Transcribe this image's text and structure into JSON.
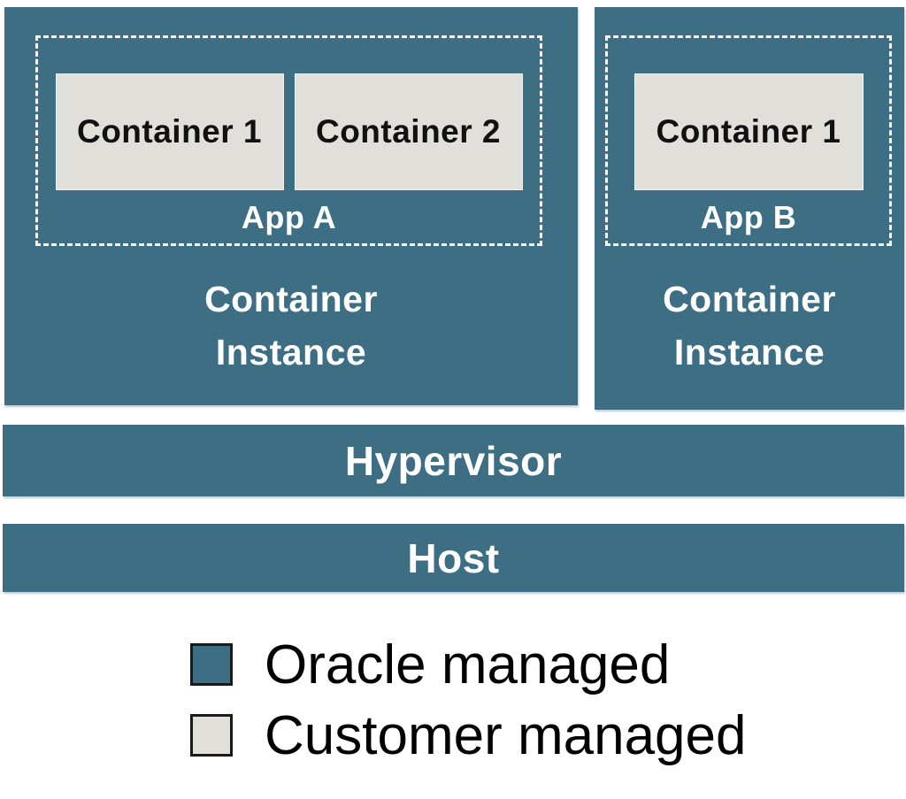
{
  "colors": {
    "oracle_managed": "#3E6E84",
    "customer_managed": "#E1DFDA",
    "diagram_text": "#FFFFFF",
    "legend_text": "#000000"
  },
  "diagram": {
    "instances": [
      {
        "label": "Container\nInstance",
        "app": {
          "label": "App A",
          "containers": [
            {
              "label": "Container 1"
            },
            {
              "label": "Container 2"
            }
          ]
        }
      },
      {
        "label": "Container\nInstance",
        "app": {
          "label": "App B",
          "containers": [
            {
              "label": "Container 1"
            }
          ]
        }
      }
    ],
    "layers": [
      {
        "label": "Hypervisor"
      },
      {
        "label": "Host"
      }
    ]
  },
  "legend": {
    "items": [
      {
        "label": "Oracle managed",
        "color": "#3E6E84"
      },
      {
        "label": "Customer managed",
        "color": "#E1DFDA"
      }
    ]
  }
}
